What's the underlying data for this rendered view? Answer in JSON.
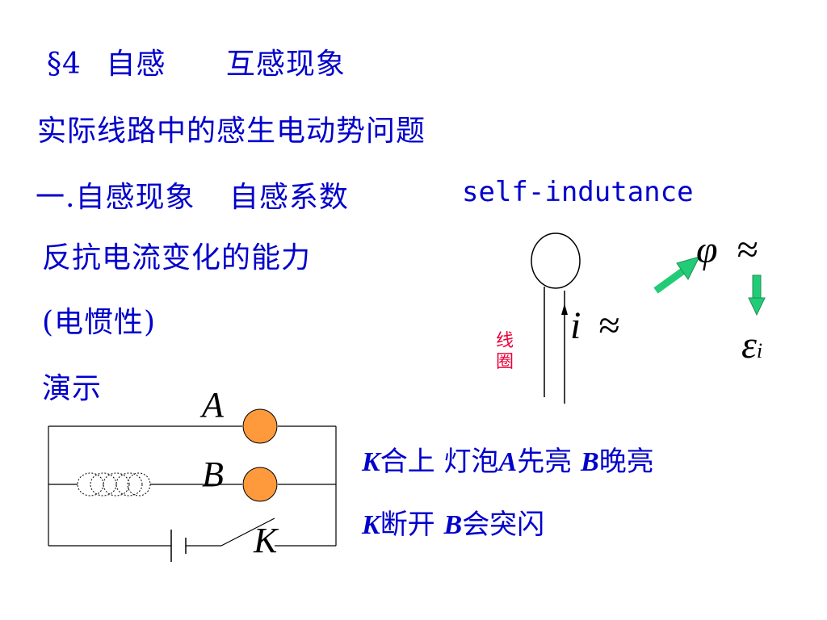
{
  "section": {
    "mark": "§4",
    "title_a": "自感",
    "title_b": "互感现象"
  },
  "subtitle": "实际线路中的感生电动势问题",
  "heading": {
    "number": "一.",
    "text_a": "自感现象",
    "text_b": "自感系数",
    "english": "self-indutance"
  },
  "left": {
    "line1": "反抗电流变化的能力",
    "line2": "(电惯性)",
    "line3": "演示"
  },
  "coil_label": [
    "线",
    "圈"
  ],
  "math": {
    "current": "i",
    "approx": "≈",
    "flux": "φ",
    "emf": "ε",
    "emf_sub": "i"
  },
  "circuit": {
    "lamp_a": "A",
    "lamp_b": "B",
    "switch": "K"
  },
  "notes": {
    "line1": {
      "k": "K",
      "t1": "合上 灯泡",
      "a": "A",
      "t2": "先亮 ",
      "b": "B",
      "t3": "晚亮"
    },
    "line2": {
      "k": "K",
      "t1": "断开 ",
      "b": "B",
      "t2": "会突闪"
    }
  },
  "colors": {
    "text": "#0000cc",
    "coil_label": "#e8003a",
    "lamp": "#ff9a3c",
    "arrow": "#22cc77"
  }
}
